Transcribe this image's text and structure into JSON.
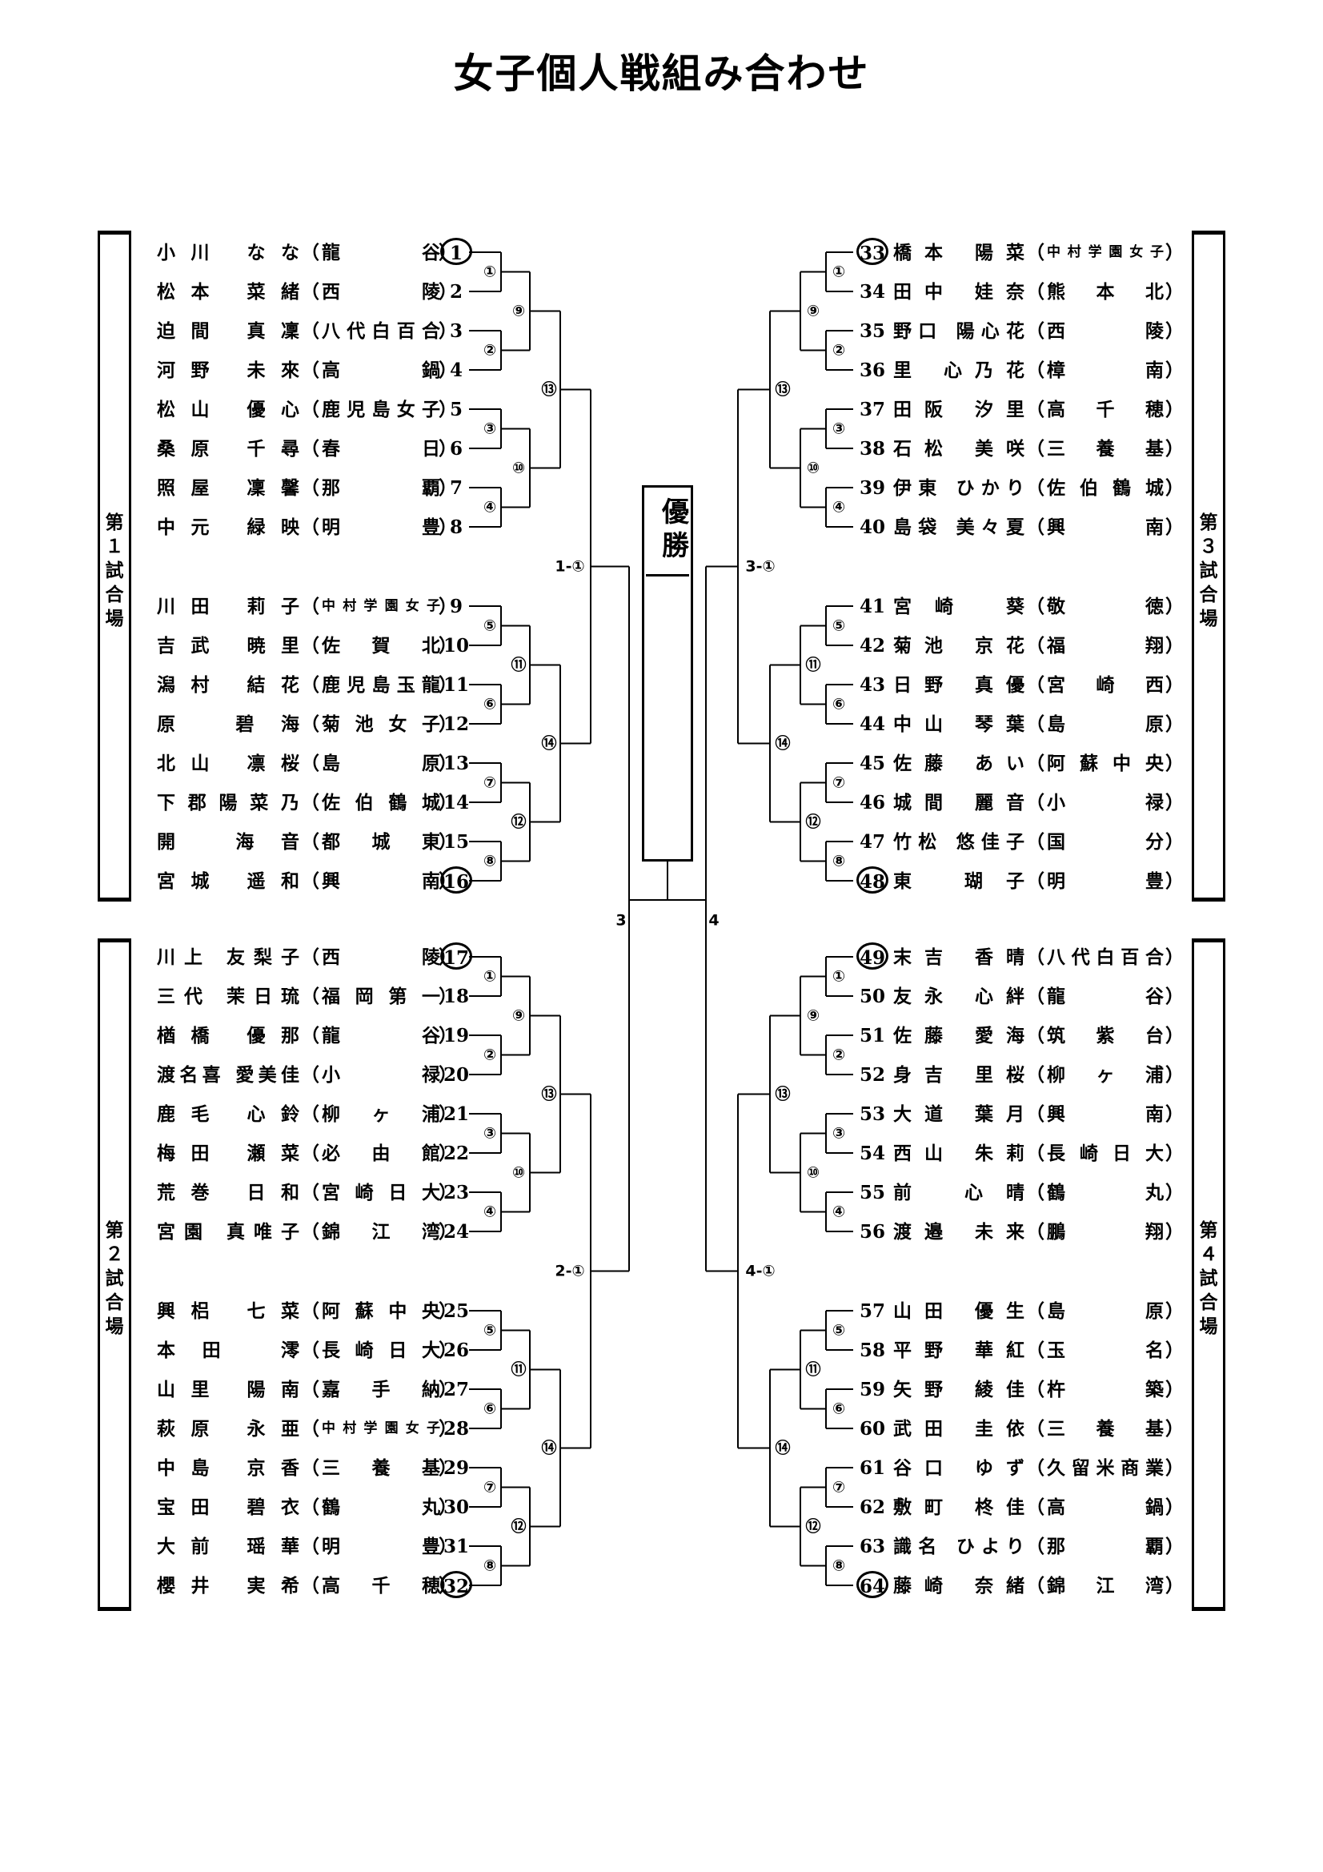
{
  "title": "女子個人戦組み合わせ",
  "champion_label": "優勝",
  "venues": [
    "第１試合場",
    "第２試合場",
    "第３試合場",
    "第４試合場"
  ],
  "seeded": [
    1,
    16,
    17,
    32,
    33,
    48,
    49,
    64
  ],
  "round1_matches": [
    "①",
    "②",
    "③",
    "④",
    "⑤",
    "⑥",
    "⑦",
    "⑧"
  ],
  "round2_matches": [
    "⑨",
    "⑩",
    "⑪",
    "⑫"
  ],
  "round3_matches": [
    "⑬",
    "⑭"
  ],
  "block_final_labels": [
    "1-①",
    "2-①",
    "3-①",
    "4-①"
  ],
  "semifinal_labels": [
    "3",
    "4"
  ],
  "players": [
    {
      "no": 1,
      "name": "小川 なな",
      "school": "龍谷"
    },
    {
      "no": 2,
      "name": "松本 菜緒",
      "school": "西陵"
    },
    {
      "no": 3,
      "name": "迫間 真凜",
      "school": "八代白百合"
    },
    {
      "no": 4,
      "name": "河野 未來",
      "school": "高鍋"
    },
    {
      "no": 5,
      "name": "松山 優心",
      "school": "鹿児島女子"
    },
    {
      "no": 6,
      "name": "桑原 千尋",
      "school": "春日"
    },
    {
      "no": 7,
      "name": "照屋 凜馨",
      "school": "那覇"
    },
    {
      "no": 8,
      "name": "中元 緑映",
      "school": "明豊"
    },
    {
      "no": 9,
      "name": "川田 莉子",
      "school": "中村学園女子"
    },
    {
      "no": 10,
      "name": "吉武 暁里",
      "school": "佐賀北"
    },
    {
      "no": 11,
      "name": "潟村 結花",
      "school": "鹿児島玉龍"
    },
    {
      "no": 12,
      "name": "原 碧海",
      "school": "菊池女子"
    },
    {
      "no": 13,
      "name": "北山 凛桜",
      "school": "島原"
    },
    {
      "no": 14,
      "name": "下郡陽菜乃",
      "school": "佐伯鶴城"
    },
    {
      "no": 15,
      "name": "開 海音",
      "school": "都城東"
    },
    {
      "no": 16,
      "name": "宮城 遥和",
      "school": "興南"
    },
    {
      "no": 17,
      "name": "川上 友梨子",
      "school": "西陵"
    },
    {
      "no": 18,
      "name": "三代 茉日琉",
      "school": "福岡第一"
    },
    {
      "no": 19,
      "name": "楢橋 優那",
      "school": "龍谷"
    },
    {
      "no": 20,
      "name": "渡名喜 愛美佳",
      "school": "小禄"
    },
    {
      "no": 21,
      "name": "鹿毛 心鈴",
      "school": "柳ヶ浦"
    },
    {
      "no": 22,
      "name": "梅田 瀬菜",
      "school": "必由館"
    },
    {
      "no": 23,
      "name": "荒巻 日和",
      "school": "宮崎日大"
    },
    {
      "no": 24,
      "name": "宮園 真唯子",
      "school": "錦江湾"
    },
    {
      "no": 25,
      "name": "興梠 七菜",
      "school": "阿蘇中央"
    },
    {
      "no": 26,
      "name": "本田 澪",
      "school": "長崎日大"
    },
    {
      "no": 27,
      "name": "山里 陽南",
      "school": "嘉手納"
    },
    {
      "no": 28,
      "name": "萩原 永亜",
      "school": "中村学園女子"
    },
    {
      "no": 29,
      "name": "中島 京香",
      "school": "三養基"
    },
    {
      "no": 30,
      "name": "宝田 碧衣",
      "school": "鶴丸"
    },
    {
      "no": 31,
      "name": "大前 瑶華",
      "school": "明豊"
    },
    {
      "no": 32,
      "name": "櫻井 実希",
      "school": "高千穂"
    },
    {
      "no": 33,
      "name": "橋本 陽菜",
      "school": "中村学園女子"
    },
    {
      "no": 34,
      "name": "田中 娃奈",
      "school": "熊本北"
    },
    {
      "no": 35,
      "name": "野口 陽心花",
      "school": "西陵"
    },
    {
      "no": 36,
      "name": "里 心乃花",
      "school": "樟南"
    },
    {
      "no": 37,
      "name": "田阪 汐里",
      "school": "高千穂"
    },
    {
      "no": 38,
      "name": "石松 美咲",
      "school": "三養基"
    },
    {
      "no": 39,
      "name": "伊東 ひかり",
      "school": "佐伯鶴城"
    },
    {
      "no": 40,
      "name": "島袋 美々夏",
      "school": "興南"
    },
    {
      "no": 41,
      "name": "宮崎 葵",
      "school": "敬徳"
    },
    {
      "no": 42,
      "name": "菊池 京花",
      "school": "福翔"
    },
    {
      "no": 43,
      "name": "日野 真優",
      "school": "宮崎西"
    },
    {
      "no": 44,
      "name": "中山 琴葉",
      "school": "島原"
    },
    {
      "no": 45,
      "name": "佐藤 あい",
      "school": "阿蘇中央"
    },
    {
      "no": 46,
      "name": "城間 麗音",
      "school": "小禄"
    },
    {
      "no": 47,
      "name": "竹松 悠佳子",
      "school": "国分"
    },
    {
      "no": 48,
      "name": "東 瑚子",
      "school": "明豊"
    },
    {
      "no": 49,
      "name": "末吉 香晴",
      "school": "八代白百合"
    },
    {
      "no": 50,
      "name": "友永 心絆",
      "school": "龍谷"
    },
    {
      "no": 51,
      "name": "佐藤 愛海",
      "school": "筑紫台"
    },
    {
      "no": 52,
      "name": "身吉 里桜",
      "school": "柳ヶ浦"
    },
    {
      "no": 53,
      "name": "大道 葉月",
      "school": "興南"
    },
    {
      "no": 54,
      "name": "西山 朱莉",
      "school": "長崎日大"
    },
    {
      "no": 55,
      "name": "前 心晴",
      "school": "鶴丸"
    },
    {
      "no": 56,
      "name": "渡邉 未来",
      "school": "鵬翔"
    },
    {
      "no": 57,
      "name": "山田 優生",
      "school": "島原"
    },
    {
      "no": 58,
      "name": "平野 華紅",
      "school": "玉名"
    },
    {
      "no": 59,
      "name": "矢野 綾佳",
      "school": "杵築"
    },
    {
      "no": 60,
      "name": "武田 圭依",
      "school": "三養基"
    },
    {
      "no": 61,
      "name": "谷口 ゆず",
      "school": "久留米商業"
    },
    {
      "no": 62,
      "name": "敷町 柊佳",
      "school": "高鍋"
    },
    {
      "no": 63,
      "name": "識名 ひより",
      "school": "那覇"
    },
    {
      "no": 64,
      "name": "藤崎 奈緒",
      "school": "錦江湾"
    }
  ]
}
